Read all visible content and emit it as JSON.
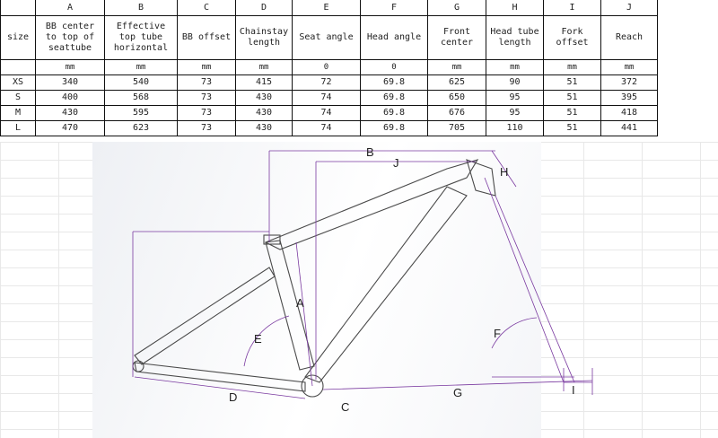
{
  "table": {
    "letters": [
      "",
      "A",
      "B",
      "C",
      "D",
      "E",
      "F",
      "G",
      "H",
      "I",
      "J"
    ],
    "headers": [
      "size",
      "BB center to top of seattube",
      "Effective top tube horizontal",
      "BB offset",
      "Chainstay length",
      "Seat angle",
      "Head angle",
      "Front center",
      "Head tube length",
      "Fork offset",
      "Reach"
    ],
    "units": [
      "",
      "mm",
      "mm",
      "mm",
      "mm",
      "0",
      "0",
      "mm",
      "mm",
      "mm",
      "mm"
    ],
    "rows": [
      [
        "XS",
        "340",
        "540",
        "73",
        "415",
        "72",
        "69.8",
        "625",
        "90",
        "51",
        "372"
      ],
      [
        "S",
        "400",
        "568",
        "73",
        "430",
        "74",
        "69.8",
        "650",
        "95",
        "51",
        "395"
      ],
      [
        "M",
        "430",
        "595",
        "73",
        "430",
        "74",
        "69.8",
        "676",
        "95",
        "51",
        "418"
      ],
      [
        "L",
        "470",
        "623",
        "73",
        "430",
        "74",
        "69.8",
        "705",
        "110",
        "51",
        "441"
      ]
    ]
  },
  "diagram": {
    "labels": {
      "A": "A",
      "B": "B",
      "C": "C",
      "D": "D",
      "E": "E",
      "F": "F",
      "G": "G",
      "H": "H",
      "I": "I",
      "J": "J"
    },
    "colors": {
      "dimension": "#7a3aa0",
      "frame": "#4a4a4a"
    }
  }
}
